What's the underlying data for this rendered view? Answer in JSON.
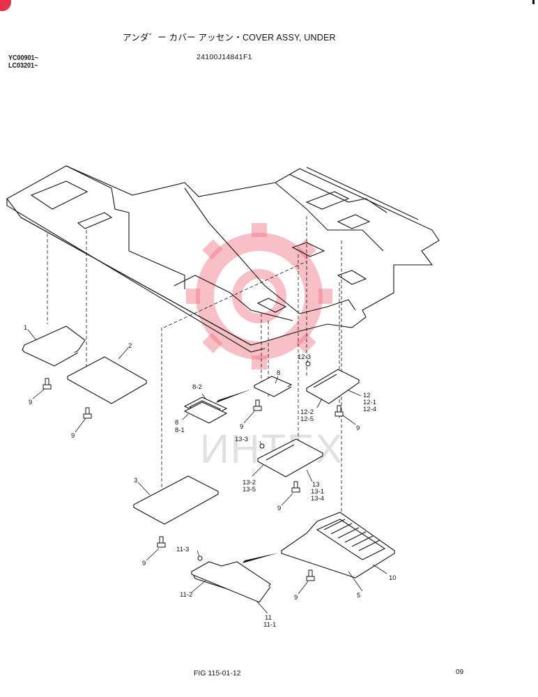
{
  "header": {
    "title": "アンダ゛ー カバー アッセン・COVER ASSY, UNDER",
    "serial_from_1": "YC00901~",
    "serial_from_2": "LC03201~",
    "part_number": "24100J14841F1"
  },
  "footer": {
    "figure_ref": "FIG 115-01-12",
    "page_number": "09"
  },
  "watermark": {
    "text": "ИНТЕХ",
    "color": "#f07080"
  },
  "callouts": [
    {
      "id": "c1",
      "text": "1"
    },
    {
      "id": "c2",
      "text": "2"
    },
    {
      "id": "c3",
      "text": "3"
    },
    {
      "id": "c5",
      "text": "5"
    },
    {
      "id": "c8",
      "text": "8"
    },
    {
      "id": "c8-2",
      "text": "8-2"
    },
    {
      "id": "c8b",
      "text": "8"
    },
    {
      "id": "c8-1",
      "text": "8-1"
    },
    {
      "id": "c9a",
      "text": "9"
    },
    {
      "id": "c9b",
      "text": "9"
    },
    {
      "id": "c9c",
      "text": "9"
    },
    {
      "id": "c9d",
      "text": "9"
    },
    {
      "id": "c9e",
      "text": "9"
    },
    {
      "id": "c9f",
      "text": "9"
    },
    {
      "id": "c9g",
      "text": "9"
    },
    {
      "id": "c10",
      "text": "10"
    },
    {
      "id": "c11",
      "text": "11"
    },
    {
      "id": "c11-1",
      "text": "11-1"
    },
    {
      "id": "c11-2",
      "text": "11-2"
    },
    {
      "id": "c11-3",
      "text": "11-3"
    },
    {
      "id": "c12",
      "text": "12"
    },
    {
      "id": "c12-1",
      "text": "12-1"
    },
    {
      "id": "c12-4",
      "text": "12-4"
    },
    {
      "id": "c12-2",
      "text": "12-2"
    },
    {
      "id": "c12-5",
      "text": "12-5"
    },
    {
      "id": "c12-3",
      "text": "12-3"
    },
    {
      "id": "c13",
      "text": "13"
    },
    {
      "id": "c13-1",
      "text": "13-1"
    },
    {
      "id": "c13-4",
      "text": "13-4"
    },
    {
      "id": "c13-2",
      "text": "13-2"
    },
    {
      "id": "c13-5",
      "text": "13-5"
    },
    {
      "id": "c13-3",
      "text": "13-3"
    }
  ]
}
